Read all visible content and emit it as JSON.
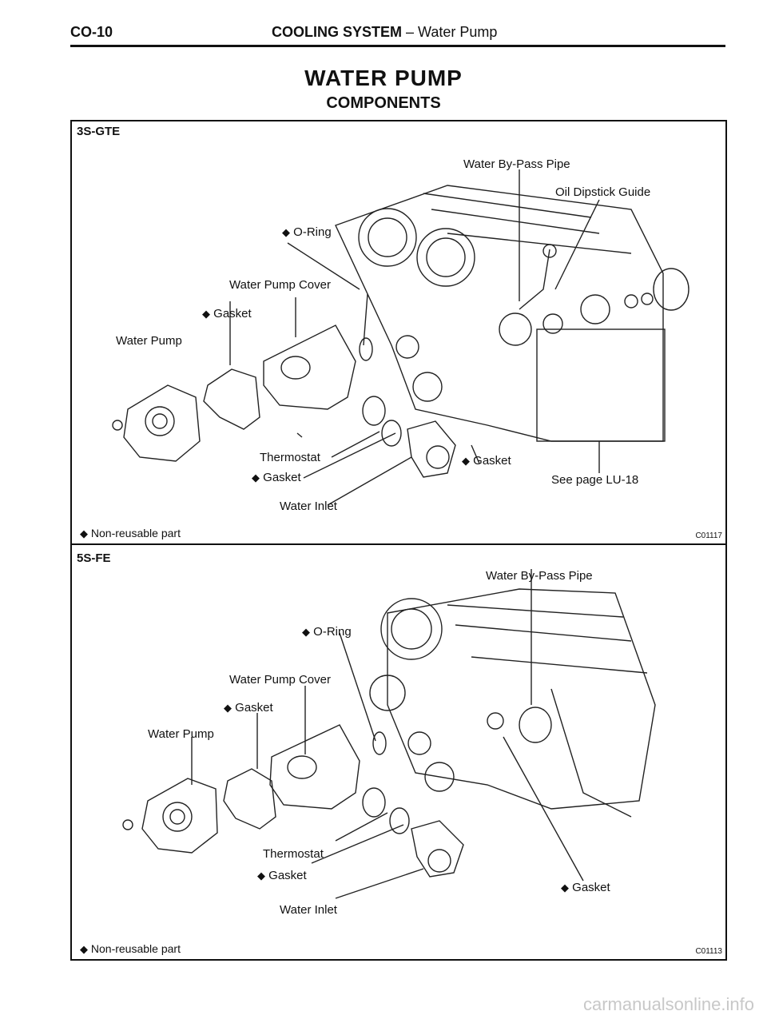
{
  "header": {
    "page_code": "CO-10",
    "section": "COOLING SYSTEM",
    "dash": " – ",
    "topic": "Water Pump"
  },
  "title": "WATER PUMP",
  "subtitle": "COMPONENTS",
  "panels": [
    {
      "tag": "3S-GTE",
      "labels": {
        "bypass_pipe": "Water By-Pass Pipe",
        "oil_dipstick_guide": "Oil Dipstick Guide",
        "o_ring": "O-Ring",
        "water_pump_cover": "Water Pump Cover",
        "gasket_1": "Gasket",
        "water_pump": "Water Pump",
        "thermostat": "Thermostat",
        "gasket_2": "Gasket",
        "gasket_3": "Gasket",
        "see_page": "See page LU-18",
        "water_inlet": "Water Inlet"
      },
      "footnote": "Non-reusable part",
      "code": "C01117"
    },
    {
      "tag": "5S-FE",
      "labels": {
        "bypass_pipe": "Water By-Pass Pipe",
        "o_ring": "O-Ring",
        "water_pump_cover": "Water Pump Cover",
        "gasket_1": "Gasket",
        "water_pump": "Water Pump",
        "thermostat": "Thermostat",
        "gasket_2": "Gasket",
        "gasket_3": "Gasket",
        "water_inlet": "Water Inlet"
      },
      "footnote": "Non-reusable part",
      "code": "C01113"
    }
  ],
  "symbols": {
    "non_reusable": "◆"
  },
  "watermark": "carmanualsonline.info"
}
